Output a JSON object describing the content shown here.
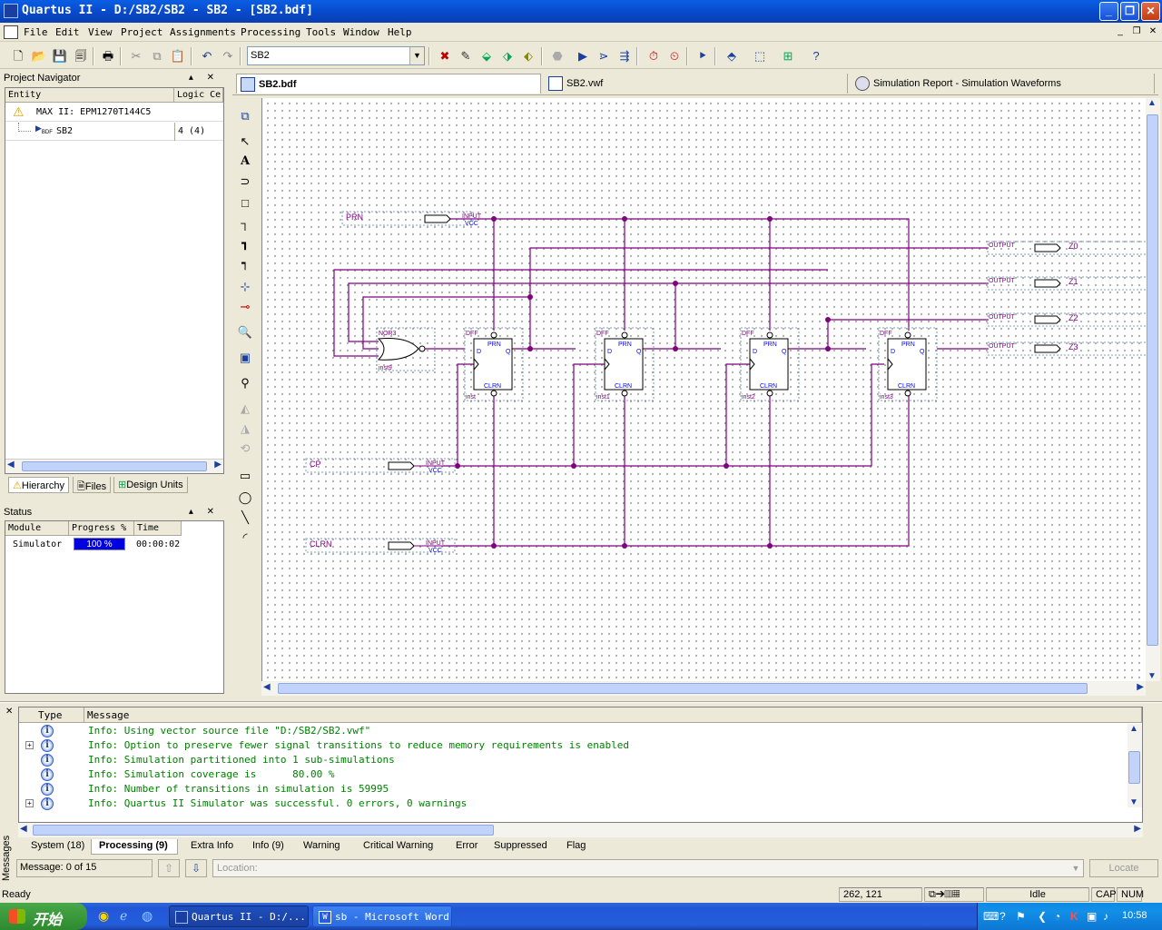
{
  "window": {
    "title": "Quartus II - D:/SB2/SB2 - SB2 - [SB2.bdf]",
    "controls": {
      "minimize": "_",
      "restore": "❐",
      "close": "✕"
    }
  },
  "menu": [
    "File",
    "Edit",
    "View",
    "Project",
    "Assignments",
    "Processing",
    "Tools",
    "Window",
    "Help"
  ],
  "toolbar": {
    "entity_combo": "SB2"
  },
  "project_navigator": {
    "title": "Project Navigator",
    "columns": [
      "Entity",
      "Logic Ce"
    ],
    "rows": [
      {
        "entity": "MAX II: EPM1270T144C5",
        "logic": ""
      },
      {
        "entity": "SB2",
        "logic": "4 (4)"
      }
    ],
    "tabs": [
      "Hierarchy",
      "Files",
      "Design Units"
    ]
  },
  "status_panel": {
    "title": "Status",
    "columns": [
      "Module",
      "Progress %",
      "Time"
    ],
    "row": {
      "module": "Simulator",
      "progress": "100 %",
      "progress_fraction": 1.0,
      "time": "00:00:02"
    }
  },
  "doc_tabs": [
    "SB2.bdf",
    "SB2.vwf",
    "Simulation Report - Simulation Waveforms"
  ],
  "schematic": {
    "inputs": [
      {
        "name": "PRN",
        "type": "INPUT",
        "sub": "VCC"
      },
      {
        "name": "CP",
        "type": "INPUT",
        "sub": "VCC"
      },
      {
        "name": "CLRN",
        "type": "INPUT",
        "sub": "VCC"
      }
    ],
    "outputs": [
      {
        "name": "Z0",
        "type": "OUTPUT"
      },
      {
        "name": "Z1",
        "type": "OUTPUT"
      },
      {
        "name": "Z2",
        "type": "OUTPUT"
      },
      {
        "name": "Z3",
        "type": "OUTPUT"
      }
    ],
    "gate": {
      "type": "NOR3",
      "instance": "inst9"
    },
    "flipflops": [
      {
        "type": "DFF",
        "instance": "inst",
        "prn": "PRN",
        "clrn": "CLRN",
        "d": "D",
        "q": "Q"
      },
      {
        "type": "DFF",
        "instance": "inst1",
        "prn": "PRN",
        "clrn": "CLRN",
        "d": "D",
        "q": "Q"
      },
      {
        "type": "DFF",
        "instance": "inst2",
        "prn": "PRN",
        "clrn": "CLRN",
        "d": "D",
        "q": "Q"
      },
      {
        "type": "DFF",
        "instance": "inst3",
        "prn": "PRN",
        "clrn": "CLRN",
        "d": "D",
        "q": "Q"
      }
    ]
  },
  "messages": {
    "columns": [
      "Type",
      "Message"
    ],
    "rows": [
      {
        "expandable": false,
        "text": "Info: Using vector source file \"D:/SB2/SB2.vwf\""
      },
      {
        "expandable": true,
        "text": "Info: Option to preserve fewer signal transitions to reduce memory requirements is enabled"
      },
      {
        "expandable": false,
        "text": "Info: Simulation partitioned into 1 sub-simulations"
      },
      {
        "expandable": false,
        "text": "Info: Simulation coverage is      80.00 %"
      },
      {
        "expandable": false,
        "text": "Info: Number of transitions in simulation is 59995"
      },
      {
        "expandable": true,
        "text": "Info: Quartus II Simulator was successful. 0 errors, 0 warnings"
      }
    ],
    "tabs": [
      "System (18)",
      "Processing (9)",
      "Extra Info",
      "Info (9)",
      "Warning",
      "Critical Warning",
      "Error",
      "Suppressed",
      "Flag"
    ],
    "active_tab": "Processing (9)",
    "side_label": "Messages",
    "counter": "Message: 0 of 15",
    "location_placeholder": "Location:",
    "locate_button": "Locate"
  },
  "statusbar": {
    "ready": "Ready",
    "coords": "262, 121",
    "state": "Idle",
    "cap": "CAP",
    "num": "NUM"
  },
  "taskbar": {
    "start": "开始",
    "tasks": [
      "Quartus II - D:/...",
      "sb - Microsoft Word"
    ],
    "clock": "10:58"
  }
}
